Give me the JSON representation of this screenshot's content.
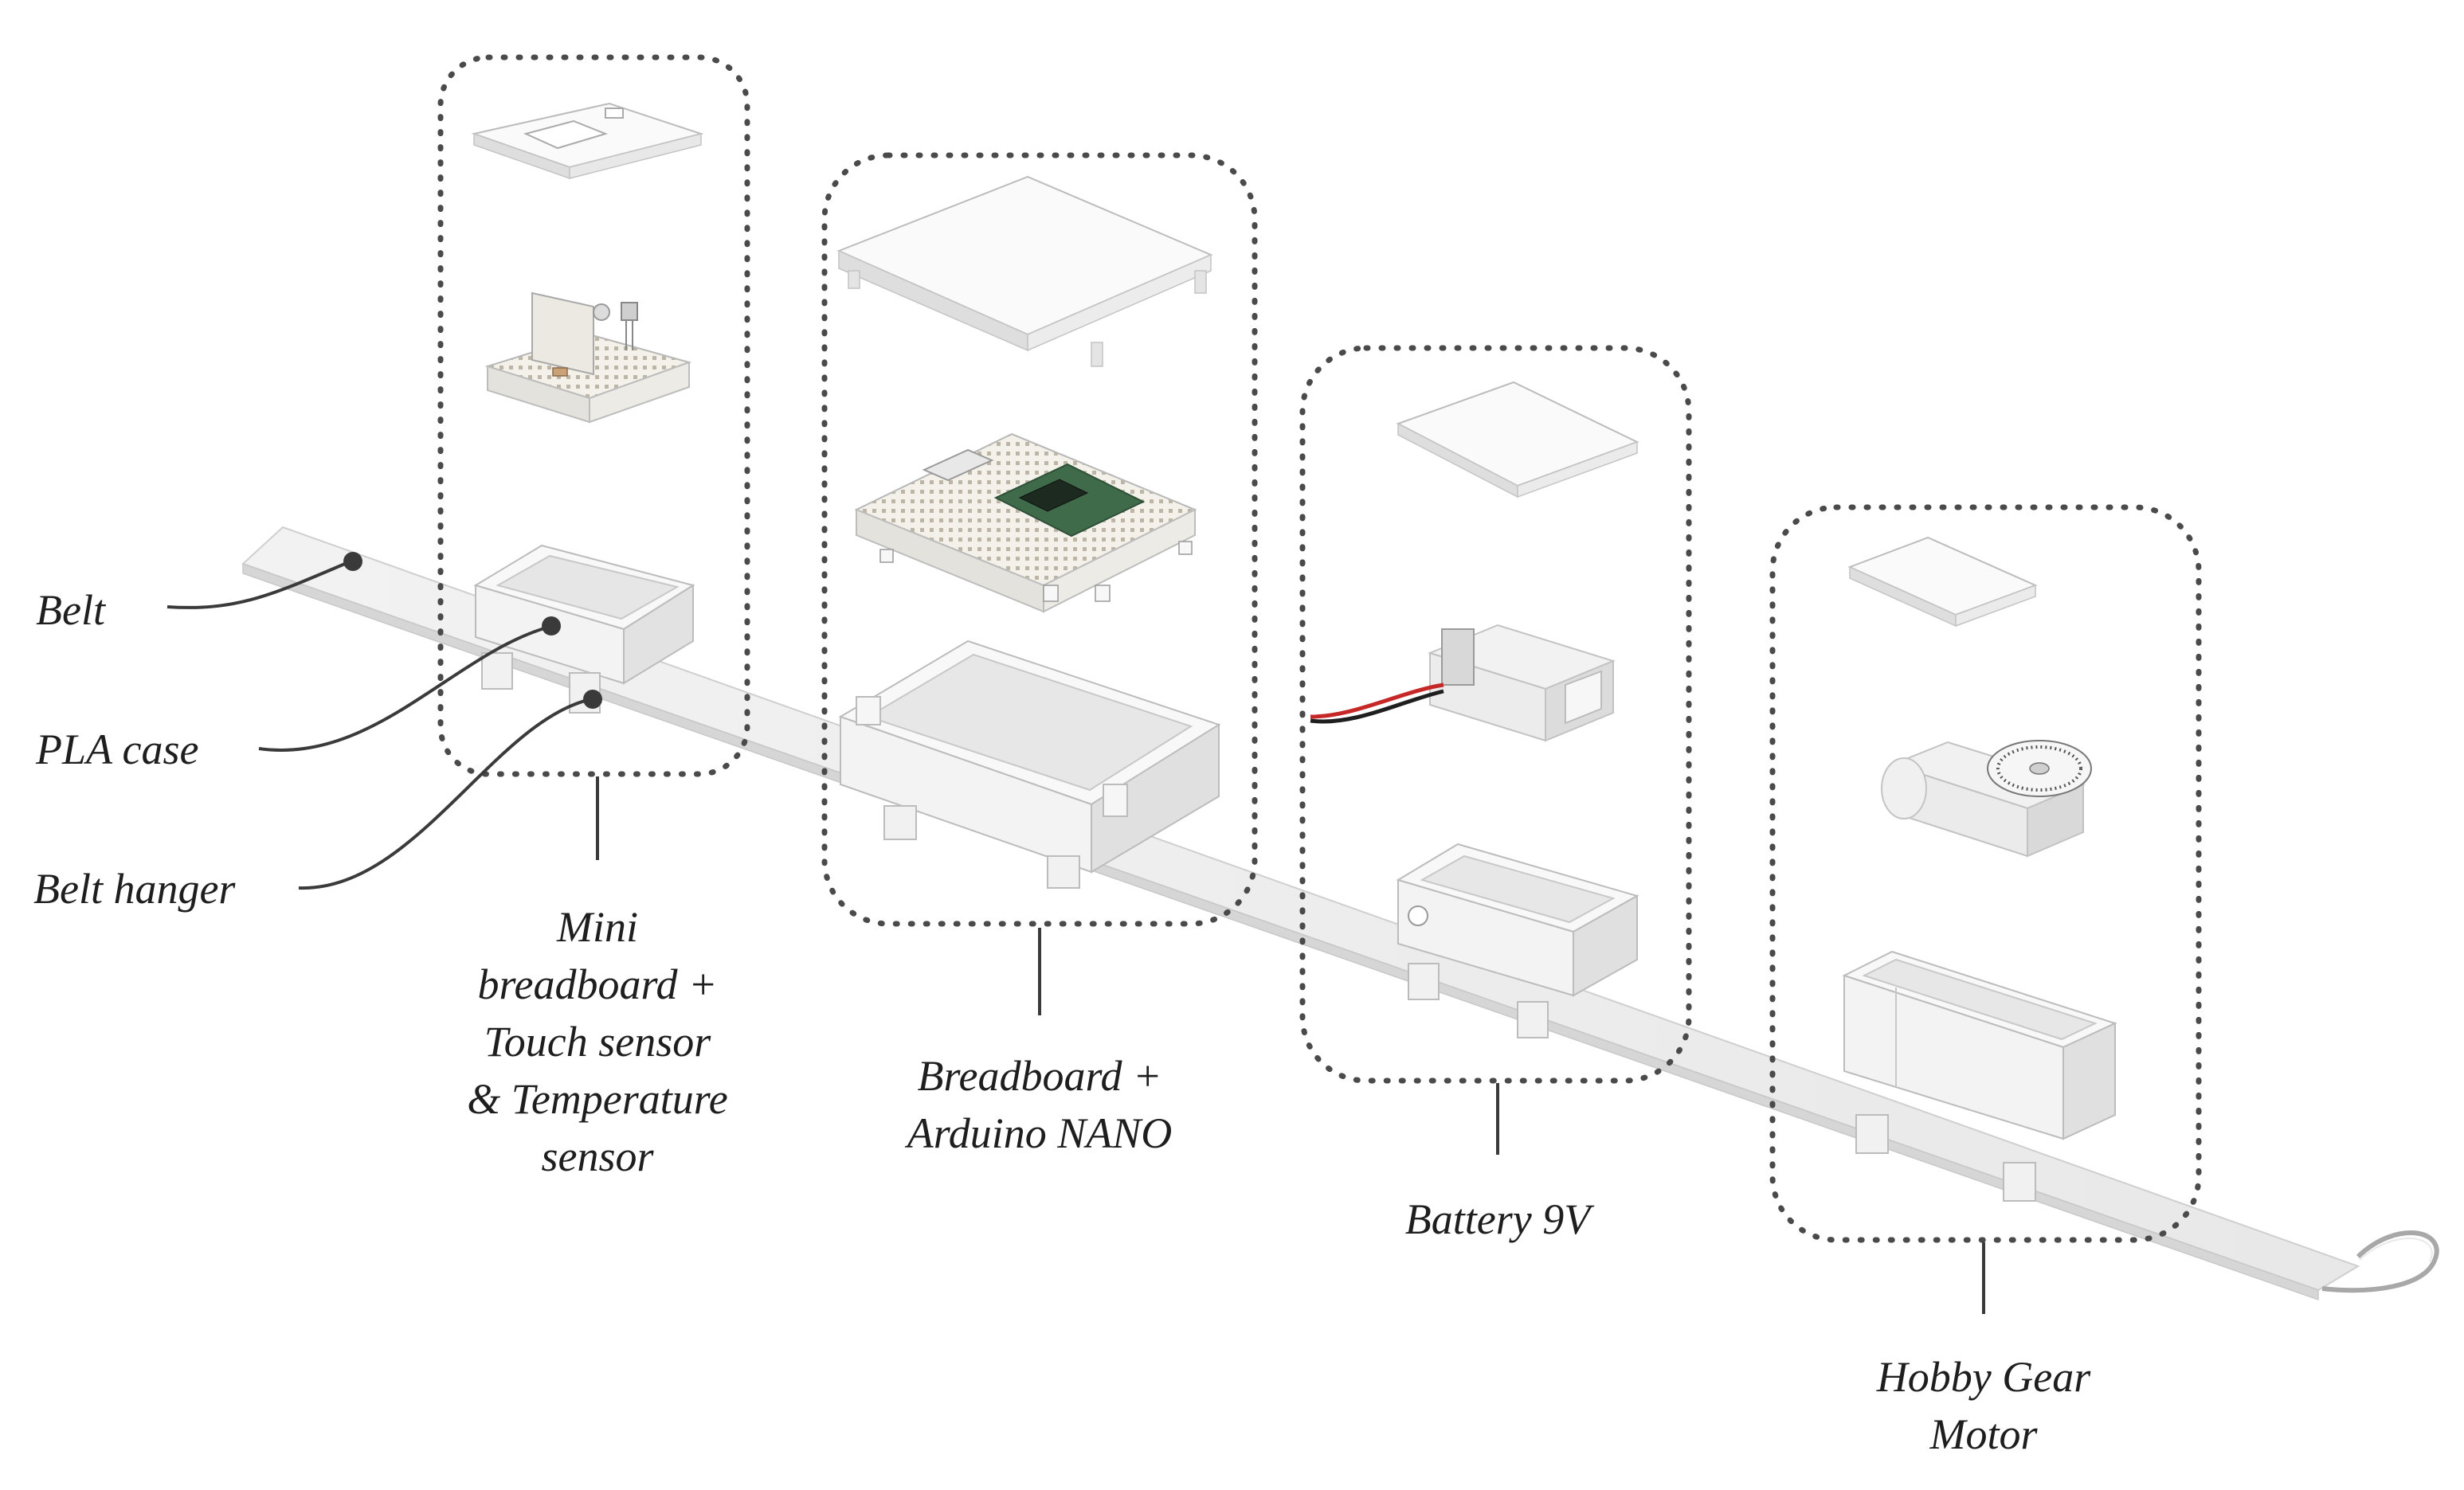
{
  "labels": {
    "belt": "Belt",
    "pla_case": "PLA case",
    "belt_hanger": "Belt hanger"
  },
  "modules": [
    {
      "id": "mini-breadboard",
      "lines": [
        "Mini",
        "breadboard +",
        "Touch sensor",
        "& Temperature",
        "sensor"
      ]
    },
    {
      "id": "breadboard-arduino",
      "lines": [
        "Breadboard +",
        "Arduino NANO"
      ]
    },
    {
      "id": "battery",
      "lines": [
        "Battery 9V"
      ]
    },
    {
      "id": "hobby-gear-motor",
      "lines": [
        "Hobby Gear",
        "Motor"
      ]
    }
  ],
  "colors": {
    "line": "#3a3a3a",
    "part_face": "#f5f5f5",
    "part_top": "#fbfbfb",
    "part_side": "#dcdcdc",
    "board_green": "#3f6b4b",
    "wire_red": "#c62828"
  }
}
